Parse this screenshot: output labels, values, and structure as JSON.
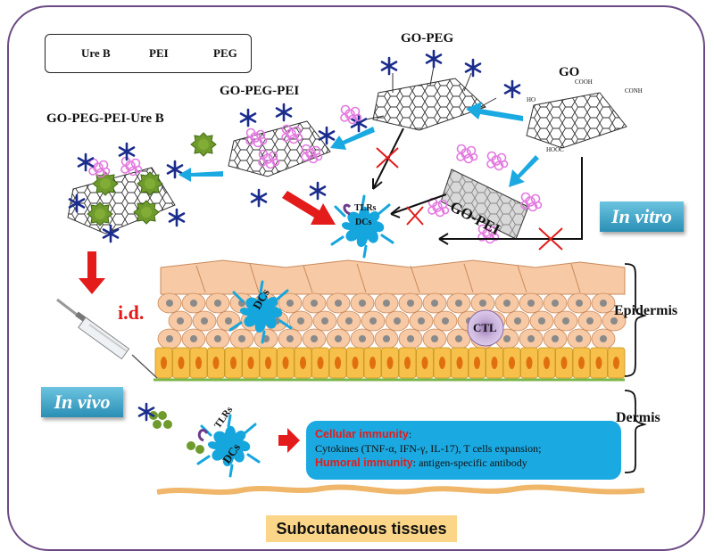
{
  "legend": {
    "ure_b": "Ure B",
    "pei": "PEI",
    "peg": "PEG"
  },
  "labels": {
    "go_peg": "GO-PEG",
    "go": "GO",
    "go_peg_pei": "GO-PEG-PEI",
    "go_peg_pei_ure_b": "GO-PEG-PEI-Ure B",
    "go_pei": "GO-PEI",
    "cooh": "COOH",
    "conh": "CONH",
    "ho": "HO",
    "hooc": "HOOC",
    "tlrs_top": "TLRs",
    "dcs_top": "DCs",
    "dcs_epidermis": "DCs",
    "ctl": "CTL",
    "id": "i.d.",
    "tlrs_bottom": "TLRs",
    "dcs_bottom": "DCs",
    "epidermis": "Epidermis",
    "dermis": "Dermis",
    "subcutaneous": "Subcutaneous tissues"
  },
  "badges": {
    "in_vitro": "In vitro",
    "in_vivo": "In vivo"
  },
  "immunity": {
    "cellular_head": "Cellular immunity",
    "cellular_colon": ":",
    "cellular_text": "Cytokines (TNF-α, IFN-γ, IL-17), T cells expansion;",
    "humoral_head": "Humoral immunity",
    "humoral_text": ": antigen-specific antibody"
  },
  "colors": {
    "frame": "#6b4a84",
    "cyan_arrow": "#1ba9e1",
    "red_arrow": "#e31b1b",
    "dc_cell": "#16a6de",
    "peg_star": "#1a2c8c",
    "pei": "#e47ae0",
    "ure_b": "#6f9a2c",
    "skin_cell": "#f7c9a4",
    "basal_cell": "#f6c04a",
    "nucleus": "#8a8a8a",
    "badge": "#3aa6c9",
    "immune_box": "#1ba9e1",
    "subcutaneous": "#fbd688"
  }
}
